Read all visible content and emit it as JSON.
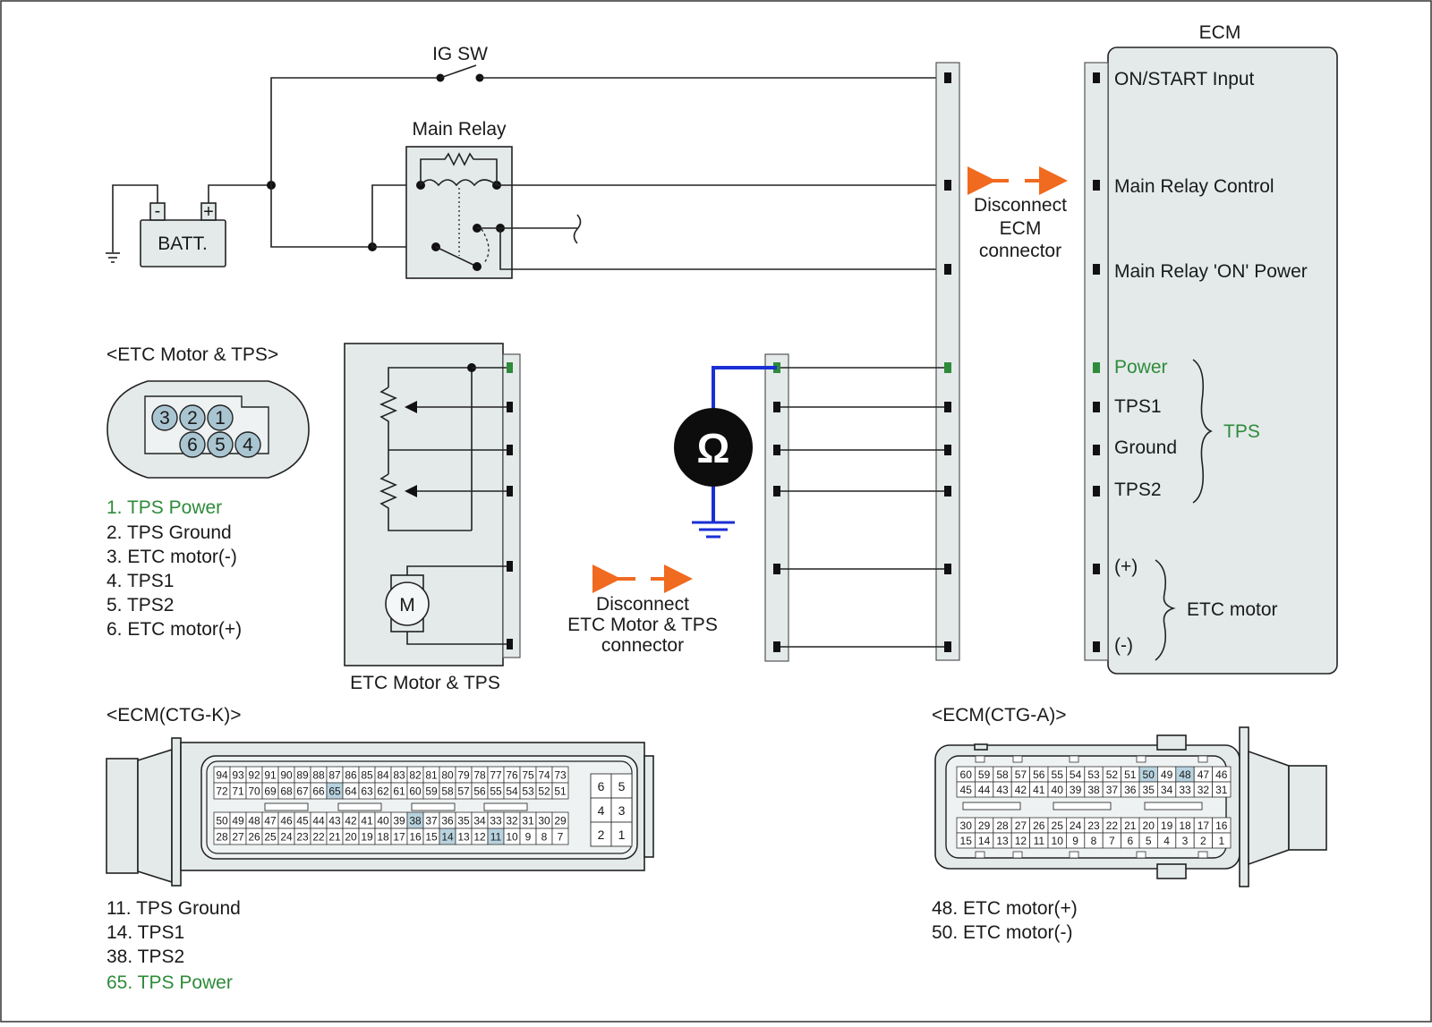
{
  "title": "",
  "colors": {
    "accent_green": "#2e8b3a",
    "arrow_orange": "#f06a1f",
    "meter_wire_blue": "#1a2fd6",
    "component_fill": "#e4eaea"
  },
  "labels": {
    "ig_sw": "IG SW",
    "main_relay": "Main Relay",
    "batt": "BATT.",
    "batt_minus": "-",
    "batt_plus": "+",
    "ecm": "ECM",
    "disconnect_ecm": [
      "Disconnect",
      "ECM",
      "connector"
    ],
    "disconnect_etc": [
      "Disconnect",
      "ETC Motor & TPS",
      "connector"
    ],
    "etc_box_caption": "ETC Motor & TPS",
    "motor_symbol": "M",
    "ohm_symbol": "Ω"
  },
  "ecm_pins": {
    "on_start": "ON/START Input",
    "main_relay_control": "Main Relay Control",
    "main_relay_on_power": "Main Relay 'ON' Power",
    "power": "Power",
    "tps1": "TPS1",
    "ground": "Ground",
    "tps2": "TPS2",
    "etc_plus": "(+)",
    "etc_minus": "(-)",
    "group_tps": "TPS",
    "group_etc_motor": "ETC motor"
  },
  "etc_connector": {
    "heading": "<ETC Motor & TPS>",
    "pin_numbers_top": [
      "3",
      "2",
      "1"
    ],
    "pin_numbers_bottom": [
      "6",
      "5",
      "4"
    ],
    "legend": [
      "1. TPS Power",
      "2. TPS Ground",
      "3. ETC motor(-)",
      "4. TPS1",
      "5. TPS2",
      "6. ETC motor(+)"
    ]
  },
  "ctg_k": {
    "heading": "<ECM(CTG-K)>",
    "rows": [
      [
        "94",
        "93",
        "92",
        "91",
        "90",
        "89",
        "88",
        "87",
        "86",
        "85",
        "84",
        "83",
        "82",
        "81",
        "80",
        "79",
        "78",
        "77",
        "76",
        "75",
        "74",
        "73"
      ],
      [
        "72",
        "71",
        "70",
        "69",
        "68",
        "67",
        "66",
        "65",
        "64",
        "63",
        "62",
        "61",
        "60",
        "59",
        "58",
        "57",
        "56",
        "55",
        "54",
        "53",
        "52",
        "51"
      ],
      [
        "50",
        "49",
        "48",
        "47",
        "46",
        "45",
        "44",
        "43",
        "42",
        "41",
        "40",
        "39",
        "38",
        "37",
        "36",
        "35",
        "34",
        "33",
        "32",
        "31",
        "30",
        "29"
      ],
      [
        "28",
        "27",
        "26",
        "25",
        "24",
        "23",
        "22",
        "21",
        "20",
        "19",
        "18",
        "17",
        "16",
        "15",
        "14",
        "13",
        "12",
        "11",
        "10",
        "9",
        "8",
        "7"
      ]
    ],
    "side_pins": [
      [
        "6",
        "5"
      ],
      [
        "4",
        "3"
      ],
      [
        "2",
        "1"
      ]
    ],
    "highlight": [
      "65",
      "38",
      "14",
      "11"
    ],
    "legend": [
      "11. TPS Ground",
      "14. TPS1",
      "38. TPS2",
      "65. TPS Power"
    ]
  },
  "ctg_a": {
    "heading": "<ECM(CTG-A)>",
    "rows": [
      [
        "60",
        "59",
        "58",
        "57",
        "56",
        "55",
        "54",
        "53",
        "52",
        "51",
        "50",
        "49",
        "48",
        "47",
        "46"
      ],
      [
        "45",
        "44",
        "43",
        "42",
        "41",
        "40",
        "39",
        "38",
        "37",
        "36",
        "35",
        "34",
        "33",
        "32",
        "31"
      ],
      [
        "30",
        "29",
        "28",
        "27",
        "26",
        "25",
        "24",
        "23",
        "22",
        "21",
        "20",
        "19",
        "18",
        "17",
        "16"
      ],
      [
        "15",
        "14",
        "13",
        "12",
        "11",
        "10",
        "9",
        "8",
        "7",
        "6",
        "5",
        "4",
        "3",
        "2",
        "1"
      ]
    ],
    "highlight": [
      "50",
      "48"
    ],
    "legend": [
      "48. ETC motor(+)",
      "50. ETC motor(-)"
    ]
  }
}
